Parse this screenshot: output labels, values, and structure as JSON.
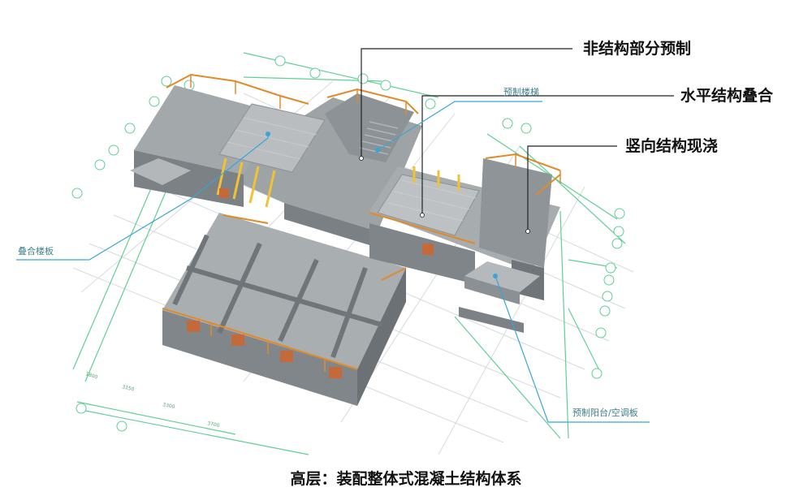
{
  "callouts": {
    "nonstructural_prefab": "非结构部分预制",
    "horizontal_composite": "水平结构叠合",
    "vertical_cast_in_place": "竖向结构现浇"
  },
  "annotations": {
    "prefab_stairs": "预制楼梯",
    "composite_slab": "叠合楼板",
    "prefab_balcony_ac": "预制阳台/空调板"
  },
  "dimensions": [
    "1800",
    "3150",
    "3300",
    "3700"
  ],
  "caption": "高层：装配整体式混凝土结构体系",
  "colors": {
    "grid_green": "#5fcf94",
    "leader_cyan": "#3aa5d6",
    "concrete": "#8f9599",
    "rail_orange": "#e08a2a",
    "prop_yellow": "#f1c232"
  }
}
